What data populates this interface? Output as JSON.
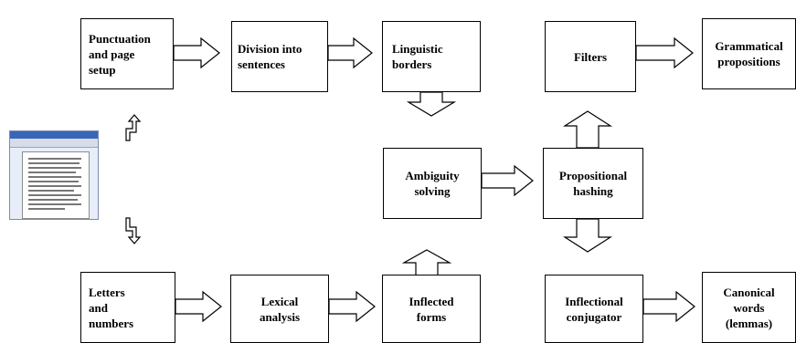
{
  "boxes": {
    "punctuation": "Punctuation\nand page\nsetup",
    "division": "Division into\nsentences",
    "linguistic": "Linguistic\nborders",
    "filters": "Filters",
    "grammatical": "Grammatical\npropositions",
    "ambiguity": "Ambiguity\nsolving",
    "propositional": "Propositional\nhashing",
    "letters": "Letters\nand\nnumbers",
    "lexical": "Lexical\nanalysis",
    "inflected": "Inflected\nforms",
    "conjugator": "Inflectional\nconjugator",
    "canonical": "Canonical\nwords\n(lemmas)"
  },
  "icons": {
    "document": "document-thumbnail-icon",
    "arrow_up_turn": "turn-up-right-arrow-icon",
    "arrow_down_turn": "turn-down-right-arrow-icon"
  },
  "colors": {
    "shadow": "#b0b0b0",
    "border": "#000000",
    "fill": "#ffffff"
  }
}
